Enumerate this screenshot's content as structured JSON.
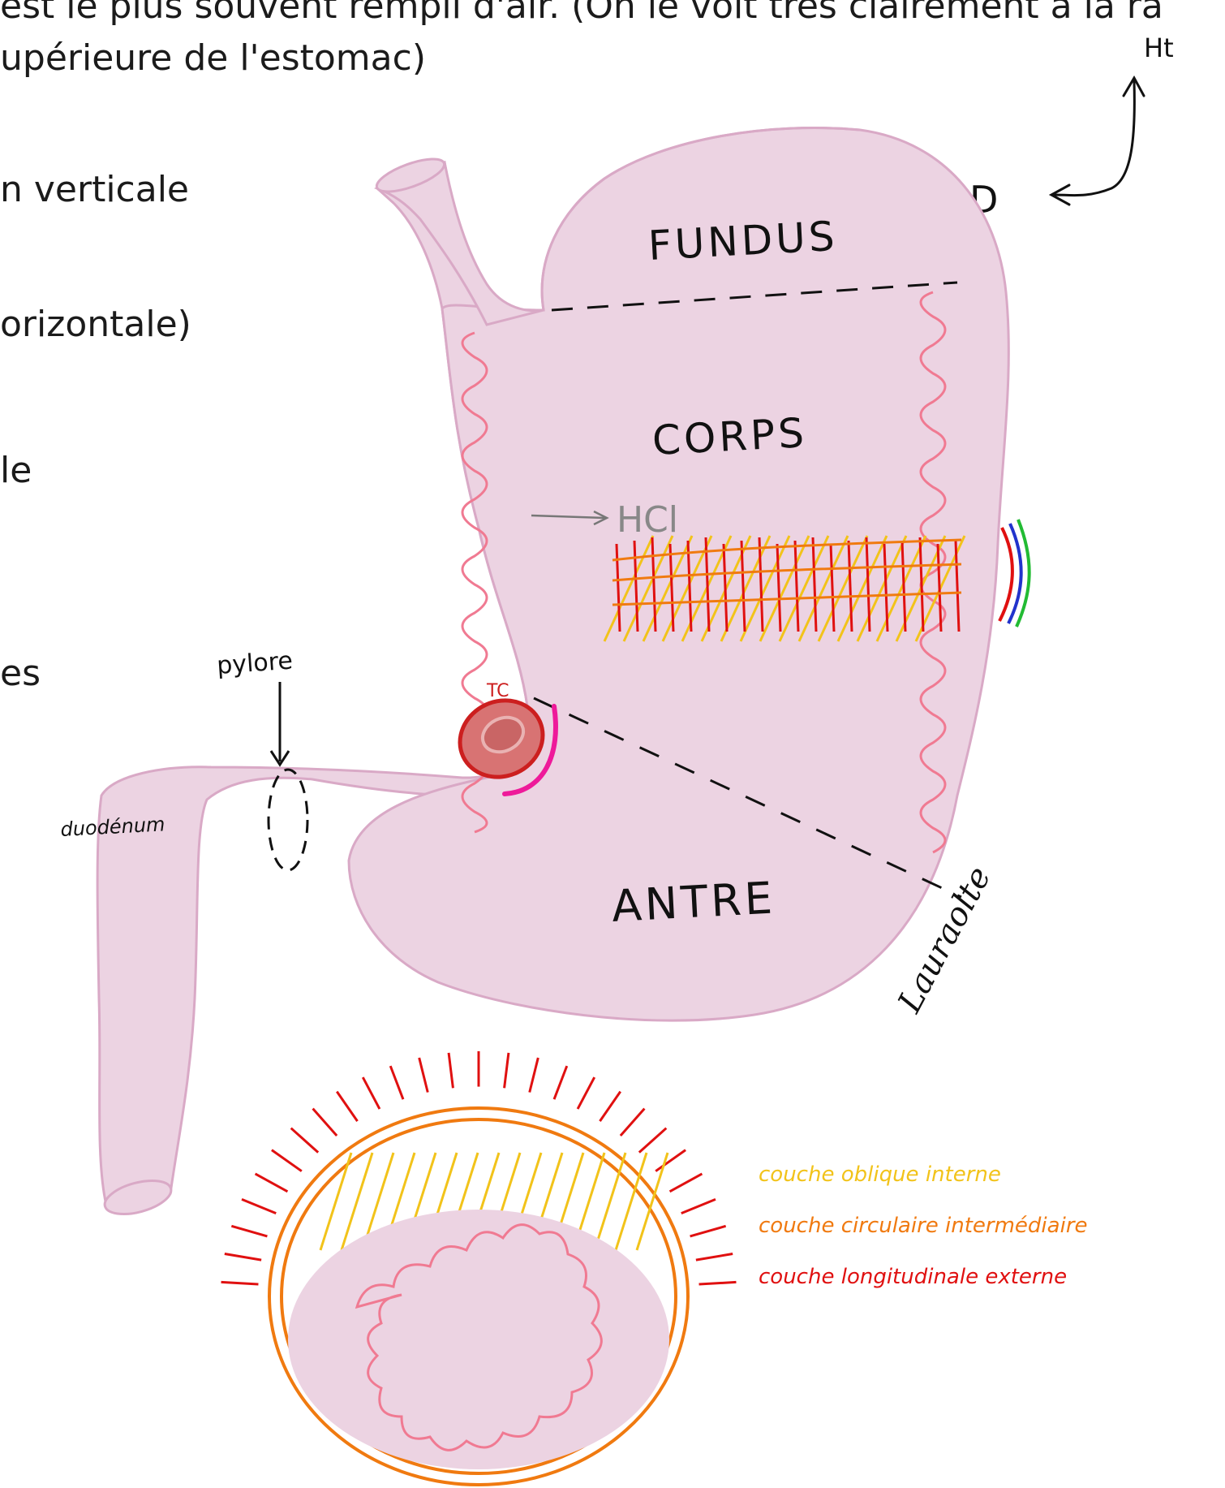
{
  "text_lines": {
    "line_top": "est le plus souvent rempli d'air. (On le voit très clairement à la ra",
    "line_2": "upérieure de l'estomac)",
    "line_3": "n verticale",
    "line_4": "orizontale)",
    "line_5": "le",
    "line_6": "es"
  },
  "orientation": {
    "up": "Ht",
    "right_side": "D"
  },
  "regions": {
    "fundus": "FUNDUS",
    "corps": "CORPS",
    "antre": "ANTRE"
  },
  "labels": {
    "hcl": "HCl",
    "tc": "TC",
    "pylore": "pylore",
    "duodenum": "duodénum"
  },
  "signature": "Lauraolte",
  "legend": [
    {
      "label": "couche oblique interne",
      "color": "#f2c31a"
    },
    {
      "label": "couche circulaire intermédiaire",
      "color": "#f07a10"
    },
    {
      "label": "couche longitudinale externe",
      "color": "#e01010"
    }
  ],
  "colors": {
    "stomach_fill": "#ecd3e2",
    "stomach_outline": "#d9a9c6",
    "mucosa_folds": "#f07a92",
    "tc_red": "#cc1f1f",
    "tc_fill": "#d87373",
    "pink_arc": "#ee1a9a"
  }
}
